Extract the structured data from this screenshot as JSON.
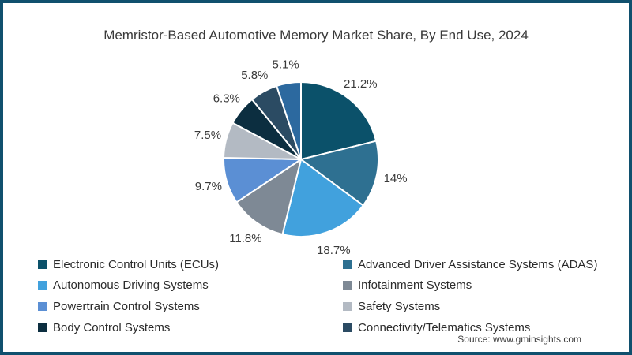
{
  "frame": {
    "border_color": "#10506e",
    "background": "#ffffff"
  },
  "source": "Source: www.gminsights.com",
  "chart_data": {
    "type": "pie",
    "title": "Memristor-Based Automotive Memory Market Share, By End Use, 2024",
    "start_angle_deg": 0,
    "direction": "clockwise",
    "legend_position": "bottom-left",
    "legend_columns": 2,
    "slice_border_color": "#ffffff",
    "segments": [
      {
        "label": "Electronic Control Units (ECUs)",
        "value": 21.2,
        "display": "21.2%",
        "color": "#0b516a",
        "in_legend": true
      },
      {
        "label": "Advanced Driver Assistance Systems (ADAS)",
        "value": 14,
        "display": "14%",
        "color": "#2e7091",
        "in_legend": true
      },
      {
        "label": "Autonomous Driving Systems",
        "value": 18.7,
        "display": "18.7%",
        "color": "#41a1dd",
        "in_legend": true
      },
      {
        "label": "Infotainment Systems",
        "value": 11.8,
        "display": "11.8%",
        "color": "#7e8995",
        "in_legend": true
      },
      {
        "label": "Powertrain Control Systems",
        "value": 9.7,
        "display": "9.7%",
        "color": "#5b8fd4",
        "in_legend": true
      },
      {
        "label": "Safety Systems",
        "value": 7.5,
        "display": "7.5%",
        "color": "#b3bac3",
        "in_legend": true
      },
      {
        "label": "Body Control Systems",
        "value": 6.3,
        "display": "6.3%",
        "color": "#0c2e40",
        "in_legend": true
      },
      {
        "label": "Connectivity/Telematics Systems",
        "value": 5.8,
        "display": "5.8%",
        "color": "#2b4b63",
        "in_legend": true
      },
      {
        "label": "",
        "value": 5.1,
        "display": "5.1%",
        "color": "#2c699f",
        "in_legend": false
      }
    ]
  }
}
